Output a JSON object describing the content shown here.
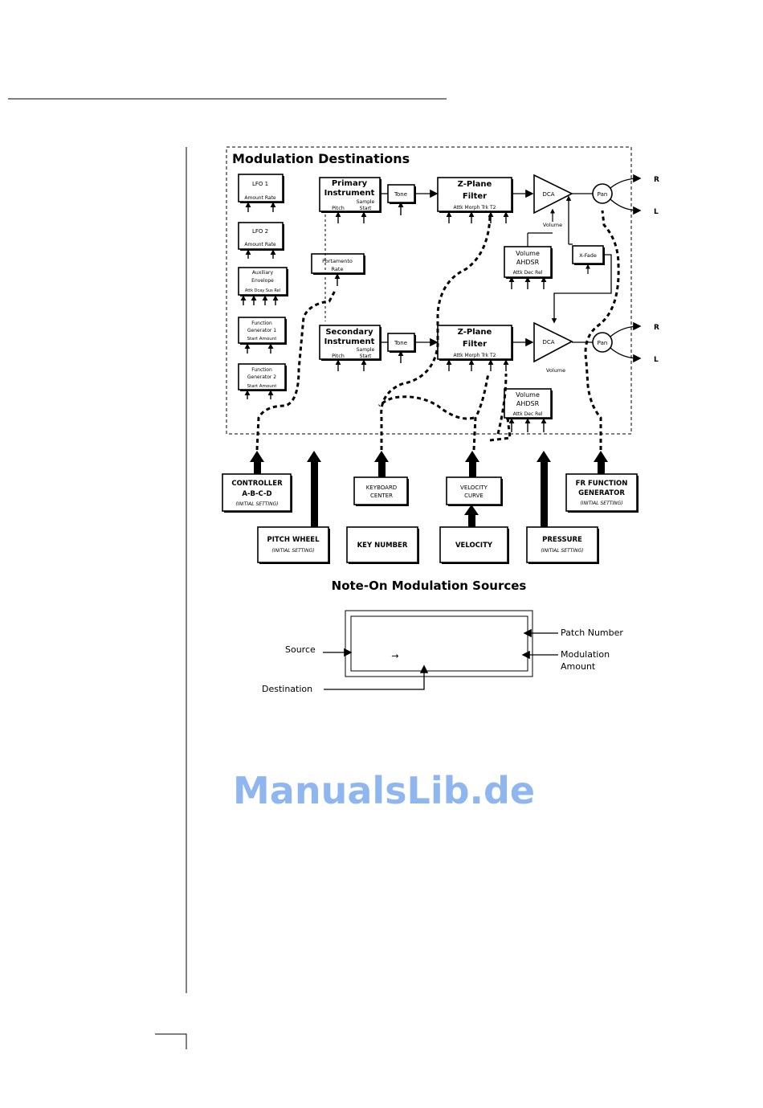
{
  "diagram": {
    "title": "Modulation Destinations",
    "lfo1": {
      "name": "LFO 1",
      "params": "Amount  Rate"
    },
    "lfo2": {
      "name": "LFO 2",
      "params": "Amount  Rate"
    },
    "aux_env": {
      "name1": "Auxiliary",
      "name2": "Envelope",
      "params": "Attk Dcay Sus Rel"
    },
    "fg1": {
      "name1": "Function",
      "name2": "Generator 1",
      "params": "Start   Amount"
    },
    "fg2": {
      "name1": "Function",
      "name2": "Generator 2",
      "params": "Start   Amount"
    },
    "primary": {
      "name1": "Primary",
      "name2": "Instrument",
      "pitch": "Pitch",
      "sample1": "Sample",
      "sample2": "Start"
    },
    "secondary": {
      "name1": "Secondary",
      "name2": "Instrument",
      "pitch": "Pitch",
      "sample1": "Sample",
      "sample2": "Start"
    },
    "tone": "Tone",
    "filter": {
      "name1": "Z-Plane",
      "name2": "Filter",
      "params": "Attk Morph Trk T2"
    },
    "dca": "DCA",
    "pan": "Pan",
    "volume": "Volume",
    "vol_env": {
      "name1": "Volume",
      "name2": "AHDSR",
      "params": "Attk Dec Rel"
    },
    "xfade": "X-Fade",
    "portamento": {
      "name1": "Portamento",
      "name2": "Rate"
    },
    "out_r": "R",
    "out_l": "L"
  },
  "sources": {
    "controller": {
      "l1": "CONTROLLER",
      "l2": "A-B-C-D",
      "l3": "(INITIAL SETTING)"
    },
    "pitch_wheel": {
      "l1": "PITCH WHEEL",
      "l2": "(INITIAL SETTING)"
    },
    "keyboard_center": {
      "l1": "KEYBOARD",
      "l2": "CENTER"
    },
    "key_number": "KEY NUMBER",
    "velocity_curve": {
      "l1": "VELOCITY",
      "l2": "CURVE"
    },
    "velocity": "VELOCITY",
    "pressure": {
      "l1": "PRESSURE",
      "l2": "(INITIAL SETTING)"
    },
    "fg": {
      "l1": "FR FUNCTION",
      "l2": "GENERATOR",
      "l3": "(INITIAL SETTING)"
    },
    "caption": "Note-On Modulation Sources"
  },
  "display": {
    "arrow": "→",
    "source": "Source",
    "destination": "Destination",
    "patch_number": "Patch Number",
    "mod_amount1": "Modulation",
    "mod_amount2": "Amount"
  },
  "watermark": "ManualsLib.de"
}
